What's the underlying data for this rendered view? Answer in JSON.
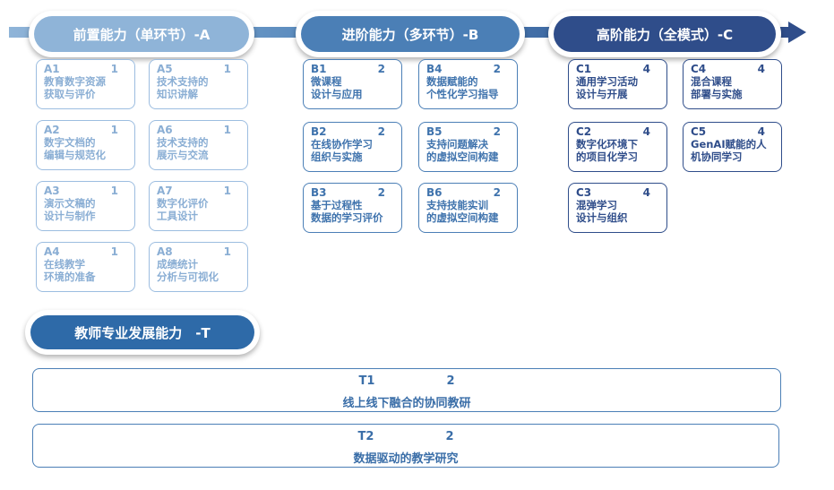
{
  "stages": [
    {
      "title": "前置能力（单环节）-A",
      "color": "#8fb4d8"
    },
    {
      "title": "进阶能力（多环节）-B",
      "color": "#4b7fb6"
    },
    {
      "title": "高阶能力（全模式）-C",
      "color": "#2f4d8a"
    }
  ],
  "A": [
    {
      "code": "A1",
      "level": "1",
      "l1": "教育数字资源",
      "l2": "获取与评价"
    },
    {
      "code": "A2",
      "level": "1",
      "l1": "数字文档的",
      "l2": "编辑与规范化"
    },
    {
      "code": "A3",
      "level": "1",
      "l1": "演示文稿的",
      "l2": "设计与制作"
    },
    {
      "code": "A4",
      "level": "1",
      "l1": "在线教学",
      "l2": "环境的准备"
    },
    {
      "code": "A5",
      "level": "1",
      "l1": "技术支持的",
      "l2": "知识讲解"
    },
    {
      "code": "A6",
      "level": "1",
      "l1": "技术支持的",
      "l2": "展示与交流"
    },
    {
      "code": "A7",
      "level": "1",
      "l1": "数字化评价",
      "l2": "工具设计"
    },
    {
      "code": "A8",
      "level": "1",
      "l1": "成绩统计",
      "l2": "分析与可视化"
    }
  ],
  "B": [
    {
      "code": "B1",
      "level": "2",
      "l1": "微课程",
      "l2": "设计与应用"
    },
    {
      "code": "B2",
      "level": "2",
      "l1": "在线协作学习",
      "l2": "组织与实施"
    },
    {
      "code": "B3",
      "level": "2",
      "l1": "基于过程性",
      "l2": "数据的学习评价"
    },
    {
      "code": "B4",
      "level": "2",
      "l1": "数据赋能的",
      "l2": "个性化学习指导"
    },
    {
      "code": "B5",
      "level": "2",
      "l1": "支持问题解决",
      "l2": "的虚拟空间构建"
    },
    {
      "code": "B6",
      "level": "2",
      "l1": "支持技能实训",
      "l2": "的虚拟空间构建"
    }
  ],
  "C": [
    {
      "code": "C1",
      "level": "4",
      "l1": "通用学习活动",
      "l2": "设计与开展"
    },
    {
      "code": "C2",
      "level": "4",
      "l1": "数字化环境下",
      "l2": "的项目化学习"
    },
    {
      "code": "C3",
      "level": "4",
      "l1": "混弹学习",
      "l2": "设计与组织"
    },
    {
      "code": "C4",
      "level": "4",
      "l1": "混合课程",
      "l2": "部署与实施"
    },
    {
      "code": "C5",
      "level": "4",
      "l1": "GenAI赋能的人",
      "l2": "机协同学习"
    }
  ],
  "T": {
    "title": "教师专业发展能力　-T",
    "items": [
      {
        "code": "T1",
        "level": "2",
        "label": "线上线下融合的协同教研"
      },
      {
        "code": "T2",
        "level": "2",
        "label": "数据驱动的教学研究"
      }
    ]
  }
}
